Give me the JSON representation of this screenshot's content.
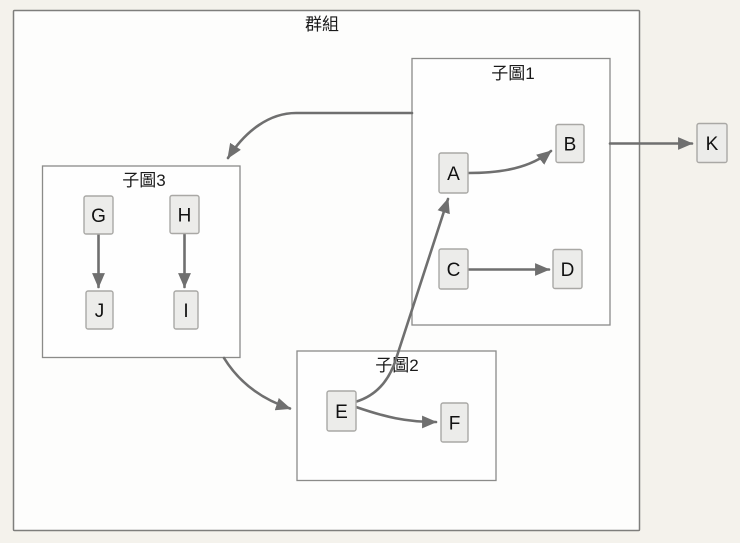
{
  "diagram": {
    "group": {
      "title": "群組"
    },
    "subgraphs": {
      "s1": {
        "title": "子圖1"
      },
      "s2": {
        "title": "子圖2"
      },
      "s3": {
        "title": "子圖3"
      }
    },
    "nodes": {
      "A": "A",
      "B": "B",
      "C": "C",
      "D": "D",
      "E": "E",
      "F": "F",
      "G": "G",
      "H": "H",
      "I": "I",
      "J": "J",
      "K": "K"
    },
    "edges": [
      {
        "from": "A",
        "to": "B"
      },
      {
        "from": "C",
        "to": "D"
      },
      {
        "from": "G",
        "to": "J"
      },
      {
        "from": "H",
        "to": "I"
      },
      {
        "from": "E",
        "to": "F"
      },
      {
        "from": "E",
        "to": "A"
      },
      {
        "from": "子圖1",
        "to": "子圖3"
      },
      {
        "from": "子圖3",
        "to": "子圖2"
      },
      {
        "from": "子圖1",
        "to": "K"
      }
    ],
    "colors": {
      "background": "#f4f2ec",
      "box_fill": "#fdfdfc",
      "box_border": "#7e7e7c",
      "node_fill": "#ececea",
      "node_border": "#a9a8a5",
      "edge": "#6f6f6f",
      "text": "#111111"
    }
  }
}
